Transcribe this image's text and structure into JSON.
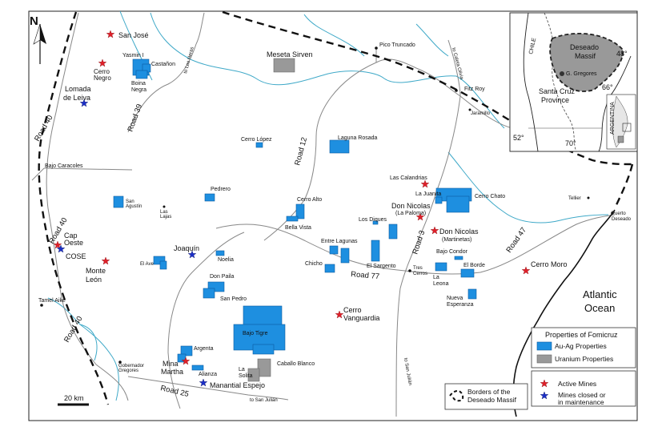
{
  "title": "",
  "colors": {
    "au_ag": "#1e8fe0",
    "uranium": "#999999",
    "active_star": "#e0202a",
    "closed_star": "#1c2fc8",
    "road": "#888888",
    "river": "#3fa9c8",
    "border": "#111111"
  },
  "north": "N",
  "scale": {
    "label": "20 km"
  },
  "ocean": {
    "line1": "Atlantic",
    "line2": "Ocean"
  },
  "towns": {
    "pico_truncado": "Pico Truncado",
    "fitz_roy": "Fitz Roy",
    "jaramillo": "Jaramillo",
    "bajo_caracoles": "Bajo Caracoles",
    "las_lajas_1": "Las",
    "las_lajas_2": "Lajas",
    "san_agustin_1": "San",
    "san_agustin_2": "Agustín",
    "tamel_aike": "Tamel Aike",
    "gobernador_1": "Gobernador",
    "gobernador_2": "Gregores",
    "tres_cerros_1": "Tres",
    "tres_cerros_2": "Cerros",
    "tellier": "Tellier",
    "puerto_deseado_1": "Puerto",
    "puerto_deseado_2": "Deseado",
    "bella_vista": "Bella Vista",
    "el_ave": "El Ave"
  },
  "directions": {
    "to_caleta_olivia": "to Caleta Olivia",
    "to_los_heras": "to Los Heras",
    "to_san_julian_1": "to San Julián",
    "to_san_julian_2": "to San Julián"
  },
  "roads": {
    "r40a": "Road 40",
    "r40b": "Road 40",
    "r40c": "Road 40",
    "r39": "Road 39",
    "r12": "Road 12",
    "r3": "Road 3",
    "r47": "Road 47",
    "r77": "Road 77",
    "r25": "Road 25"
  },
  "properties": {
    "yasmin": "Yasmin I",
    "castanon": "Castañon",
    "boina_1": "Boina",
    "boina_2": "Negra",
    "meseta": "Meseta Sirven",
    "cerro_lopez": "Cerro López",
    "laguna_rosada": "Laguna Rosada",
    "pedrero": "Pedrero",
    "cerro_alto": "Cerro Alto",
    "la_juanita": "La Juanita",
    "cerro_chato": "Cerro Chato",
    "los_diques": "Los Diques",
    "entre_lagunas": "Entre Lagunas",
    "chicho": "Chicho",
    "el_sargento": "El Sargento",
    "bajo_condor": "Bajo Condor",
    "el_borde": "El Borde",
    "la_leona_1": "La",
    "la_leona_2": "Leona",
    "nueva_1": "Nueva",
    "nueva_2": "Esperanza",
    "noelia": "Noelia",
    "don_paila": "Don Paila",
    "san_pedro": "San Pedro",
    "bajo_tigre": "Bajo Tigre",
    "argenta": "Argenta",
    "alianza": "Alianza",
    "la_solita_1": "La",
    "la_solita_2": "Solita",
    "caballo_blanco": "Caballo Blanco"
  },
  "mines": {
    "san_jose": "San José",
    "cerro_negro_1": "Cerro",
    "cerro_negro_2": "Negro",
    "lomada_1": "Lomada",
    "lomada_2": "de Leiva",
    "cap_oeste_1": "Cap",
    "cap_oeste_2": "Oeste",
    "cose": "COSE",
    "monte_leon_1": "Monte",
    "monte_leon_2": "León",
    "joaquin": "Joaquín",
    "las_calandrias": "Las Calandrias",
    "don_nicolas_paloma_1": "Don Nicolas",
    "don_nicolas_paloma_2": "(La Paloma)",
    "don_nicolas_mart_1": "Don Nicolas",
    "don_nicolas_mart_2": "(Martinetas)",
    "cerro_moro": "Cerro Moro",
    "cerro_vanguardia_1": "Cerro",
    "cerro_vanguardia_2": "Vanguardia",
    "mina_martha_1": "Mina",
    "mina_martha_2": "Martha",
    "manantial": "Manantial Espejo"
  },
  "legend": {
    "properties_title": "Properties of Fomicruz",
    "au_ag": "Au-Ag Properties",
    "uranium": "Uranium Properties",
    "active": "Active Mines",
    "closed_1": "Mines closed or",
    "closed_2": "in maintenance",
    "border_1": "Borders of the",
    "border_2": "Deseado Massif"
  },
  "inset": {
    "chile": "CHILE",
    "massif_1": "Deseado",
    "massif_2": "Massif",
    "gregores": "G. Gregores",
    "province_1": "Santa Cruz",
    "province_2": "Province",
    "argentina": "ARGENTINA",
    "lat48": "48°",
    "lat52": "52°",
    "lon66": "66°",
    "lon70": "70°"
  }
}
